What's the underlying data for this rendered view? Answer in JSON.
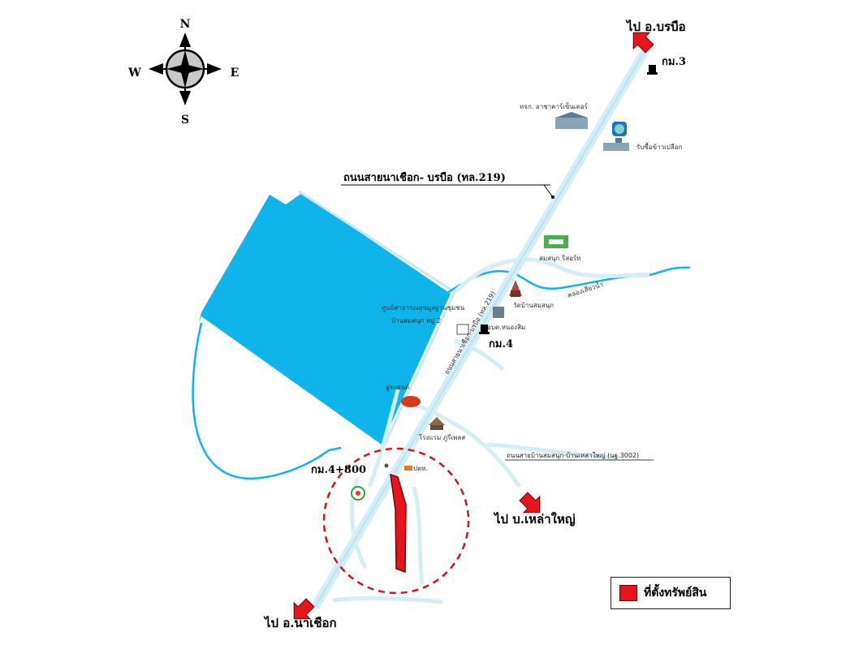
{
  "compass": {
    "n": "N",
    "s": "S",
    "e": "E",
    "w": "W"
  },
  "destinations": {
    "borabue": "ไป อ.บรบือ",
    "nachueak": "ไป อ.นาเชือก",
    "lao_yai": "ไป บ.เหล่าใหญ่"
  },
  "km_markers": {
    "km3": "กม.3",
    "km4": "กม.4",
    "km4800": "กม.4+800"
  },
  "roads": {
    "main": "ถนนสายนาเชือก- บรบือ (ทล.219)",
    "side": "ถนนสายบ้านสมสนุก-บ้านเหล่าใหญ่ (นฐ.3002)",
    "main_small": "ถนนสายนาเชือก-บรบือ (ทล.219)"
  },
  "landmarks": {
    "factory": "หจก. อาชาคาร์เซ็นเตอร์",
    "rice": "รับซื้อข้าวเปลือก",
    "resort": "สมสนุก รีสอร์ท",
    "temple": "วัดบ้านสมสนุก",
    "health_center": "ศูนย์สาธารณสุขมูลฐานชุมชน",
    "village": "บ้านสมสนุก หมู่ 2",
    "school": "อบต.หนองสิม",
    "car_care": "อู่รถยนต์",
    "hotel": "โรงแรม ภูรีเพลส",
    "gas_station": "ปตท.",
    "creek": "คลองเสียวน้ำ"
  },
  "legend": {
    "label": "ที่ตั้งทรัพย์สิน"
  },
  "colors": {
    "water": "#0fb4ea",
    "road": "#d4eef6",
    "arrow": "#e8141c",
    "property": "#e8141c"
  }
}
